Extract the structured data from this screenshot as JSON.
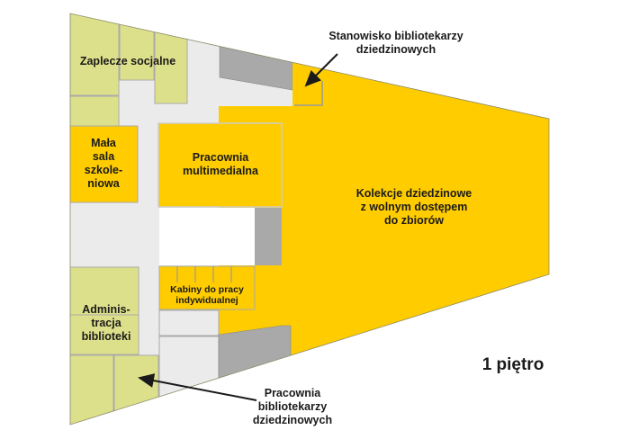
{
  "colors": {
    "collection": "#FFCC00",
    "staff": "#DDE08A",
    "service": "#A9A9A9",
    "corridor": "#EBEBEB",
    "outline": "#9a9a9a"
  },
  "rooms": {
    "zaplecze": [
      "Zaplecze socjalne"
    ],
    "mala_sala": [
      "Mała",
      "sala",
      "szkole-",
      "niowa"
    ],
    "multimedialna": [
      "Pracownia",
      "multimedialna"
    ],
    "kolekcje": [
      "Kolekcje dziedzinowe",
      "z wolnym dostępem",
      "do zbiorów"
    ],
    "kabiny": [
      "Kabiny do pracy",
      "indywidualnej"
    ],
    "administracja": [
      "Adminis-",
      "tracja",
      "biblioteki"
    ]
  },
  "callouts": {
    "stanowisko": [
      "Stanowisko bibliotekarzy",
      "dziedzinowych"
    ],
    "pracownia_bibl": [
      "Pracownia",
      "bibliotekarzy",
      "dziedzinowych"
    ]
  },
  "floor_label": "1 piętro"
}
